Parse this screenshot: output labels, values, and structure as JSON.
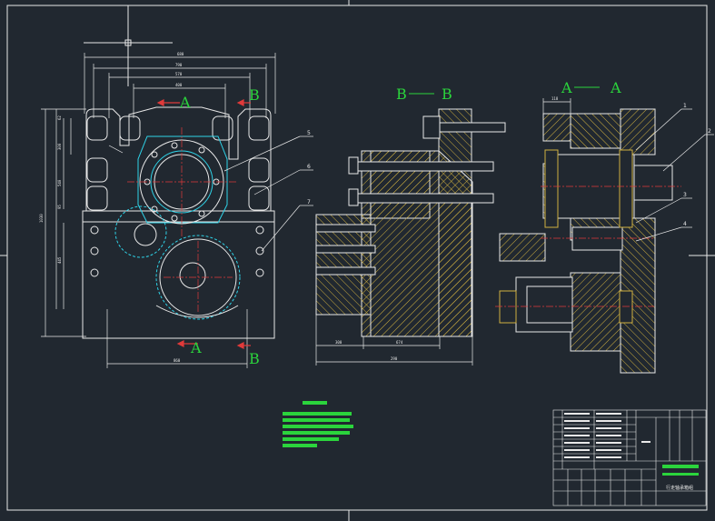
{
  "colors": {
    "background": "#212830",
    "outline": "#e8e8e8",
    "centerline": "#e03a3a",
    "hidden": "#2fd3e8",
    "hatch": "#d0b040",
    "dimension": "#e8e8e8",
    "leader": "#e8e8e8",
    "label": "#2bd43c",
    "arrow": "#e03a3a"
  },
  "views": {
    "section_aa_left": "A",
    "section_aa_right": "A",
    "section_bb_left": "B",
    "section_bb_right": "B",
    "front_a_top": "A",
    "front_a_bottom": "A",
    "front_b_top": "B",
    "front_b_bottom": "B"
  },
  "front_view": {
    "dim_top_1": "680",
    "dim_top_2": "790",
    "dim_top_3": "570",
    "dim_top_4": "400",
    "dim_left_total": "1030",
    "dim_left_1": "62",
    "dim_left_2": "300",
    "dim_left_3": "540",
    "dim_left_4": "95",
    "dim_left_5": "445",
    "dim_bottom": "860",
    "balloons": [
      "5",
      "6",
      "7"
    ]
  },
  "section_bb": {
    "dim_1": "300",
    "dim_2": "674",
    "dim_3": "290"
  },
  "section_aa": {
    "dim_top": "118",
    "balloons": [
      "1",
      "2",
      "3",
      "4"
    ]
  },
  "title_block": {
    "drawing_title": "行走轴承箱组"
  },
  "icons": [
    "crosshair-cursor-icon"
  ]
}
